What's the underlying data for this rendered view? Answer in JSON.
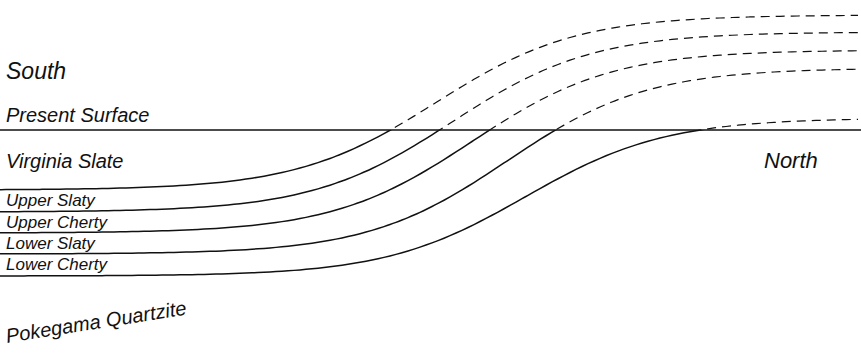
{
  "diagram": {
    "labels": [
      "South",
      "Present Surface",
      "Virginia Slate",
      "North",
      "Upper Slaty",
      "Upper Cherty",
      "Lower Slaty",
      "Lower Cherty",
      "Pokegama Quartzite"
    ]
  }
}
